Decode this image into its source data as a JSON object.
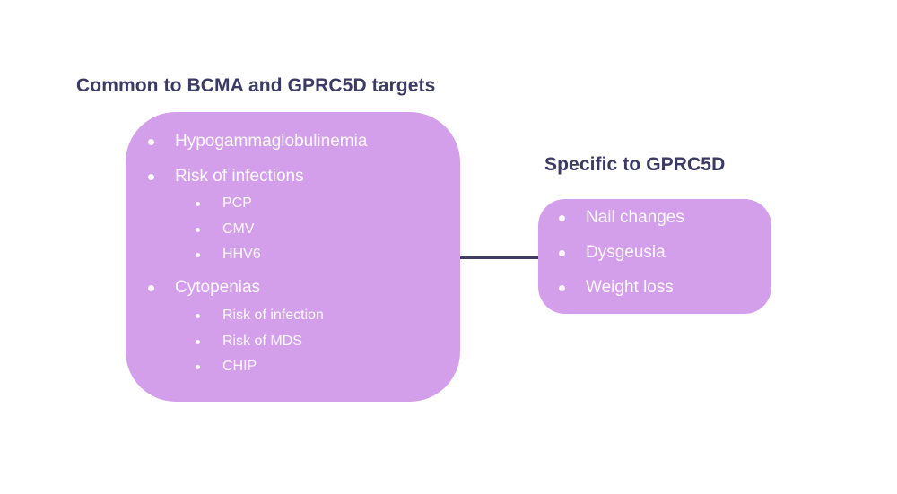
{
  "colors": {
    "background": "#ffffff",
    "box_fill": "#d49fea",
    "title_text": "#3b3a64",
    "box_text": "#fbf9fd",
    "connector": "#3f3d66"
  },
  "left": {
    "title": "Common to BCMA and GPRC5D targets",
    "bullets": {
      "b1": "Hypogammaglobulinemia",
      "b2": "Risk of infections",
      "b2_sub": [
        "PCP",
        "CMV",
        "HHV6"
      ],
      "b3": "Cytopenias",
      "b3_sub": [
        "Risk of infection",
        "Risk of MDS",
        "CHIP"
      ]
    }
  },
  "right": {
    "title": "Specific to GPRC5D",
    "bullets": [
      "Nail changes",
      "Dysgeusia",
      "Weight loss"
    ]
  }
}
